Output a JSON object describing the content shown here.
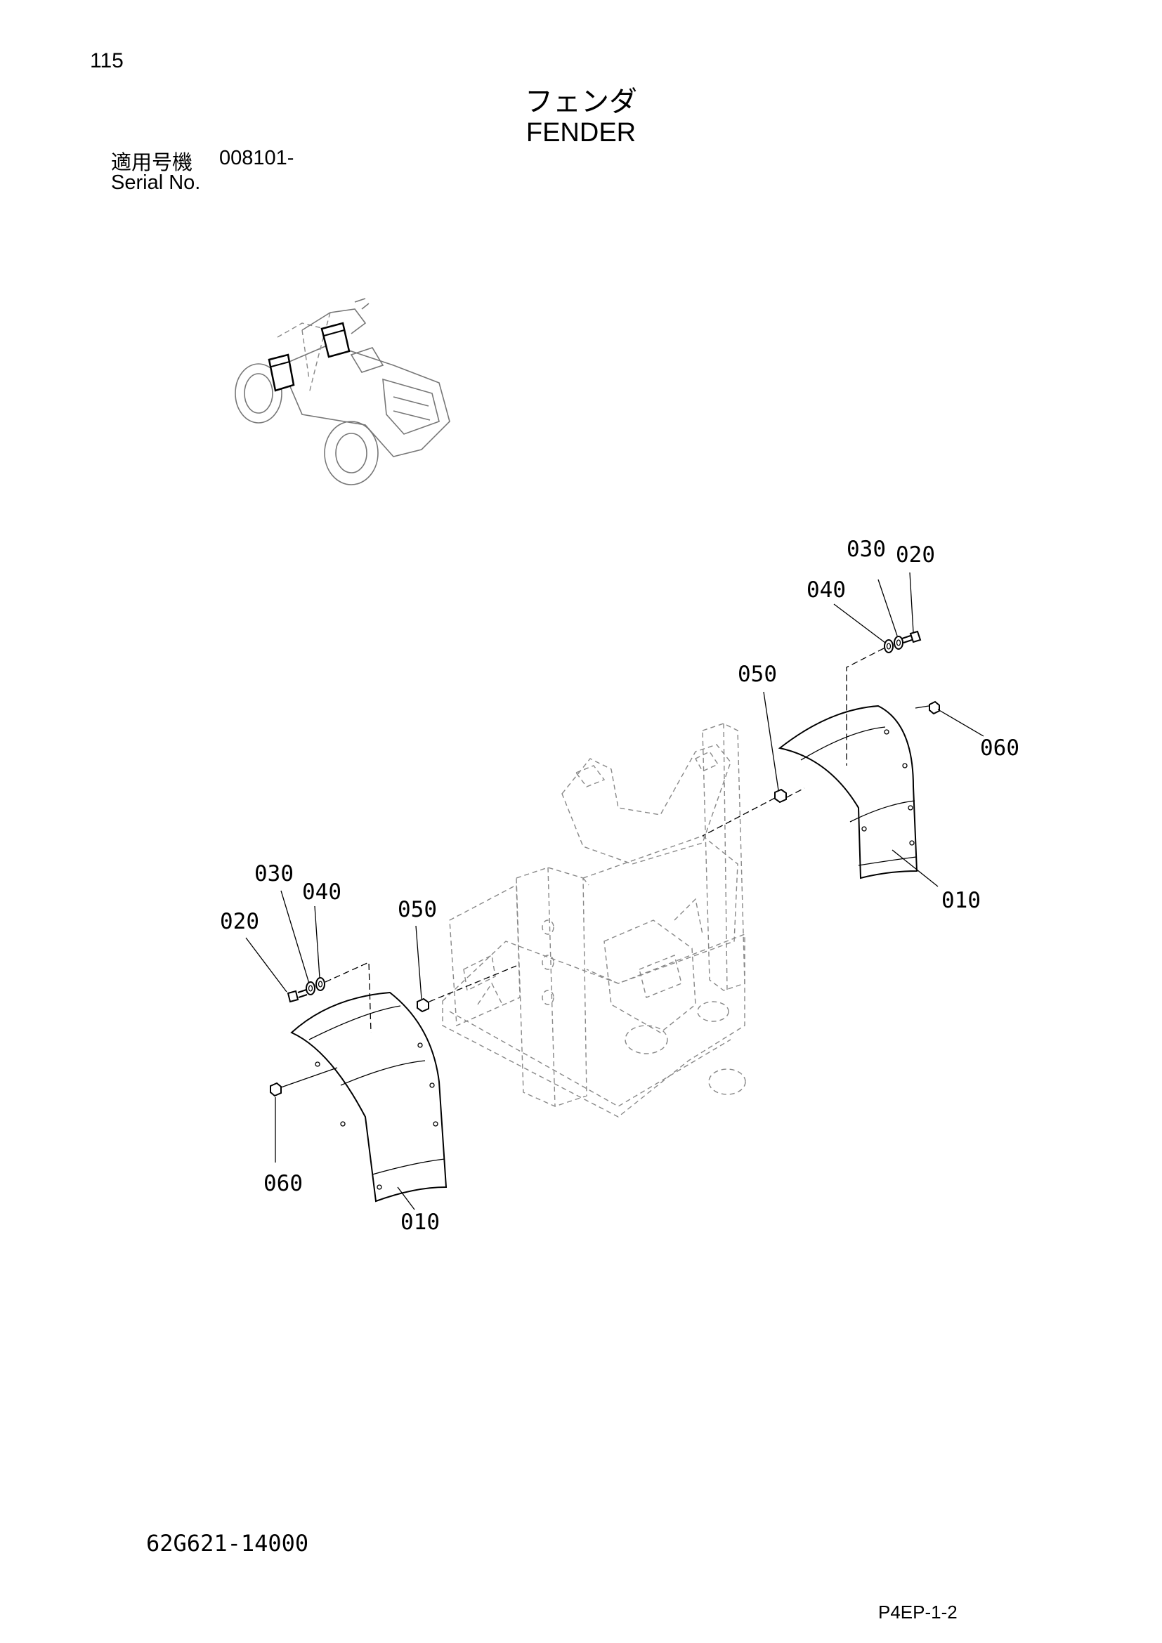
{
  "header": {
    "page_number": "115",
    "title_jp": "フェンダ",
    "title_en": "FENDER",
    "serial_label_jp": "適用号機",
    "serial_value": "008101-",
    "serial_label_en": "Serial No."
  },
  "diagram": {
    "callouts_right": {
      "c030": "030",
      "c020": "020",
      "c040": "040",
      "c050": "050",
      "c060": "060",
      "c010": "010"
    },
    "callouts_left": {
      "c030": "030",
      "c040": "040",
      "c020": "020",
      "c050": "050",
      "c060": "060",
      "c010": "010"
    }
  },
  "footer": {
    "drawing_number": "62G621-14000",
    "page_code": "P4EP-1-2"
  }
}
